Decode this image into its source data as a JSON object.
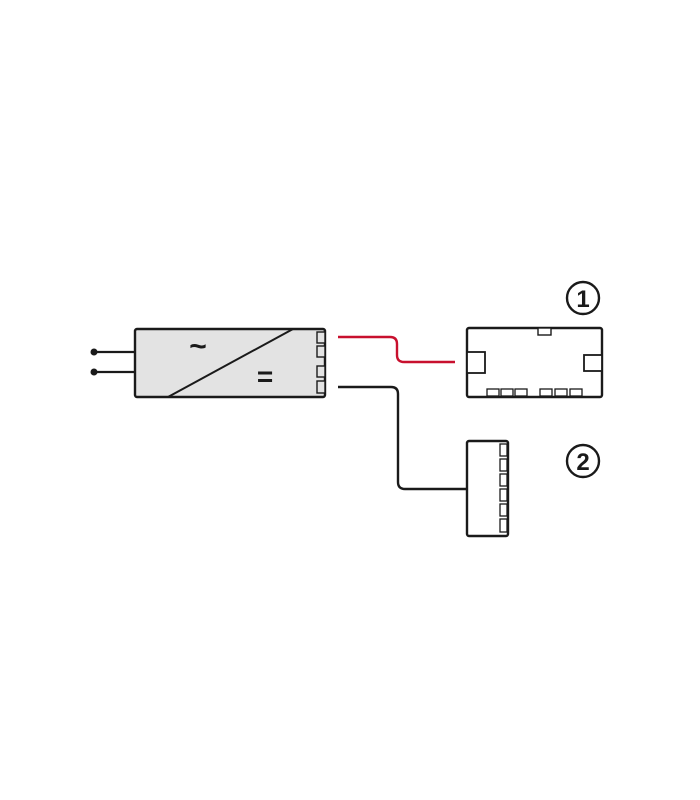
{
  "diagram": {
    "type": "wiring-schematic",
    "colors": {
      "outline": "#1a1a1a",
      "driver_fill": "#e3e3e3",
      "device_fill": "#ffffff",
      "red_wire": "#c8102e",
      "black_wire": "#1a1a1a",
      "background": "#ffffff"
    },
    "power_supply": {
      "ac_symbol": "~",
      "dc_symbol": "=",
      "input_terminals": 2,
      "output_ports": 4
    },
    "devices": [
      {
        "id": "device-1",
        "marker": "1",
        "wire_color": "red",
        "bottom_ports": 6,
        "side_tabs": 2,
        "top_tab": 1
      },
      {
        "id": "device-2",
        "marker": "2",
        "wire_color": "black",
        "side_ports": 6
      }
    ]
  }
}
